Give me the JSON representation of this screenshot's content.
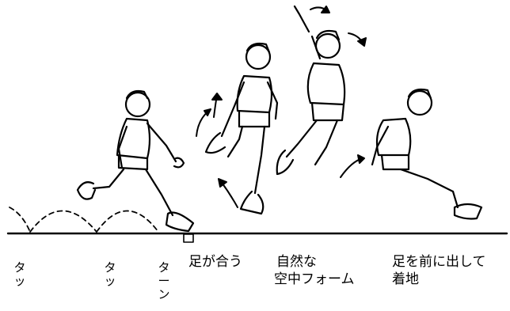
{
  "labels": {
    "step1": "タッ",
    "step2": "タッ",
    "step3": "ターン",
    "takeoff": "足が合う",
    "air_form_line1": "自然な",
    "air_form_line2": "空中フォーム",
    "landing_line1": "足を前に出して",
    "landing_line2": "着地"
  },
  "figures": [
    {
      "phase": "approach-run"
    },
    {
      "phase": "takeoff"
    },
    {
      "phase": "flight"
    },
    {
      "phase": "landing"
    }
  ],
  "colors": {
    "ink": "#000000",
    "background": "#ffffff"
  }
}
